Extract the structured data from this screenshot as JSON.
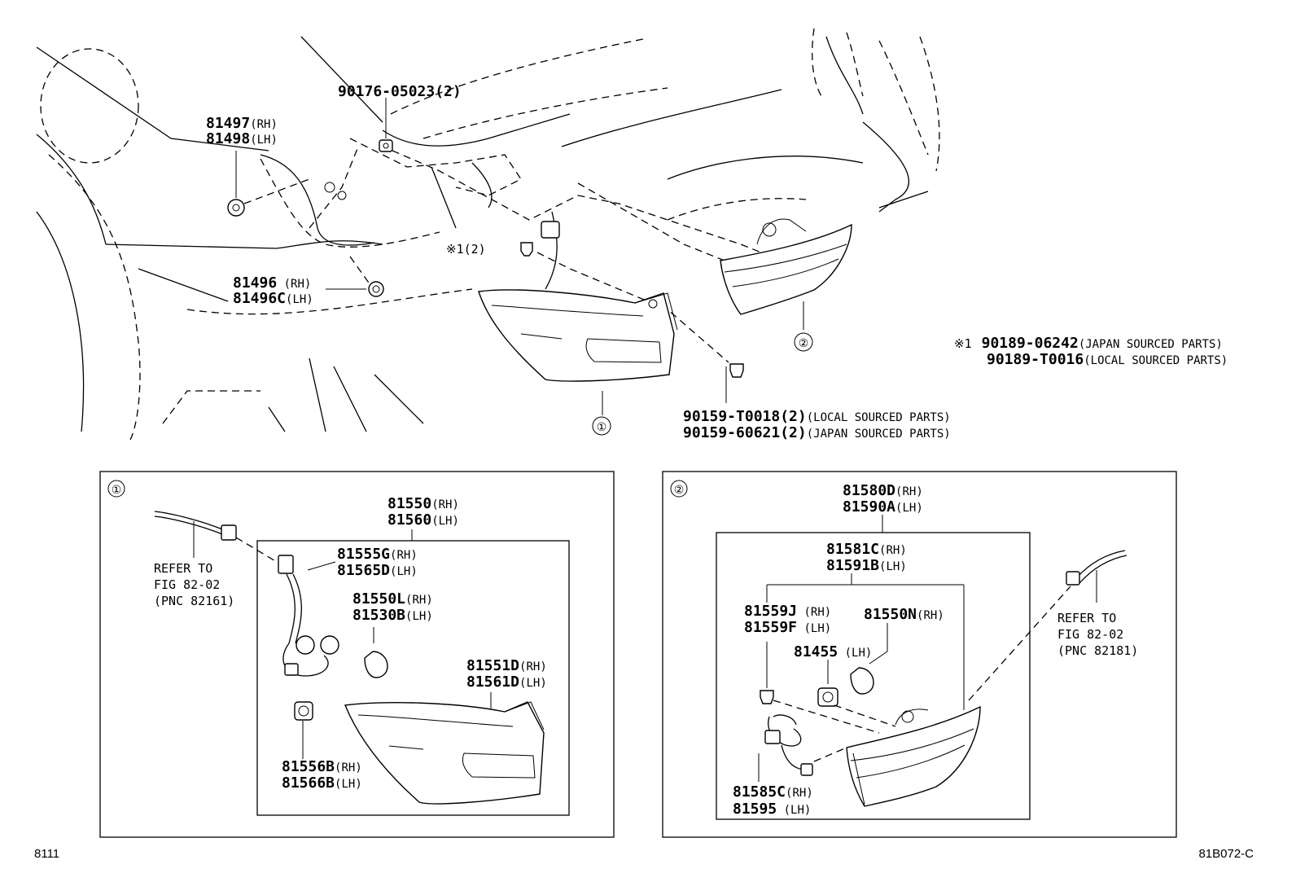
{
  "top_callouts": {
    "nut_90176": {
      "pn": "90176-05023",
      "suffix": "(2)"
    },
    "c81497": {
      "pn": "81497",
      "suffix": "(RH)"
    },
    "c81498": {
      "pn": "81498",
      "suffix": "(LH)"
    },
    "c81496": {
      "pn": "81496",
      "suffix": " (RH)"
    },
    "c81496c": {
      "pn": "81496C",
      "suffix": "(LH)"
    },
    "screw_star": {
      "text": "※1(2)"
    },
    "note1": {
      "mark": "※1",
      "pn1": "90189-06242",
      "desc1": "(JAPAN SOURCED PARTS)",
      "pn2": "90189-T0016",
      "desc2": "(LOCAL SOURCED PARTS)"
    },
    "c90159a": {
      "pn": "90159-T0018(2)",
      "suffix": "(LOCAL SOURCED PARTS)"
    },
    "c90159b": {
      "pn": "90159-60621(2)",
      "suffix": "(JAPAN SOURCED PARTS)"
    },
    "ref1": "①",
    "ref2": "②"
  },
  "panel1": {
    "badge": "①",
    "assy_rh": {
      "pn": "81550",
      "suffix": "(RH)"
    },
    "assy_lh": {
      "pn": "81560",
      "suffix": "(LH)"
    },
    "wire_rh": {
      "pn": "81555G",
      "suffix": "(RH)"
    },
    "wire_lh": {
      "pn": "81565D",
      "suffix": "(LH)"
    },
    "bulb_rh": {
      "pn": "81550L",
      "suffix": "(RH)"
    },
    "bulb_lh": {
      "pn": "81530B",
      "suffix": "(LH)"
    },
    "lens_rh": {
      "pn": "81551D",
      "suffix": "(RH)"
    },
    "lens_lh": {
      "pn": "81561D",
      "suffix": "(LH)"
    },
    "sock_rh": {
      "pn": "81556B",
      "suffix": "(RH)"
    },
    "sock_lh": {
      "pn": "81566B",
      "suffix": "(LH)"
    },
    "refer": [
      "REFER TO",
      "FIG 82-02",
      "(PNC 82161)"
    ]
  },
  "panel2": {
    "badge": "②",
    "assy_rh": {
      "pn": "81580D",
      "suffix": "(RH)"
    },
    "assy_lh": {
      "pn": "81590A",
      "suffix": "(LH)"
    },
    "lens_rh": {
      "pn": "81581C",
      "suffix": "(RH)"
    },
    "lens_lh": {
      "pn": "81591B",
      "suffix": "(LH)"
    },
    "bulbA_rh": {
      "pn": "81559J",
      "suffix": " (RH)"
    },
    "bulbA_lh": {
      "pn": "81559F",
      "suffix": " (LH)"
    },
    "bulbB_rh": {
      "pn": "81550N",
      "suffix": "(RH)"
    },
    "sock_lh": {
      "pn": "81455",
      "suffix": " (LH)"
    },
    "wire_rh": {
      "pn": "81585C",
      "suffix": "(RH)"
    },
    "wire_lh": {
      "pn": "81595",
      "suffix": "  (LH)"
    },
    "refer": [
      "REFER TO",
      "FIG 82-02",
      "(PNC 82181)"
    ]
  },
  "footer": {
    "left": "8111",
    "right": "81B072-C"
  }
}
